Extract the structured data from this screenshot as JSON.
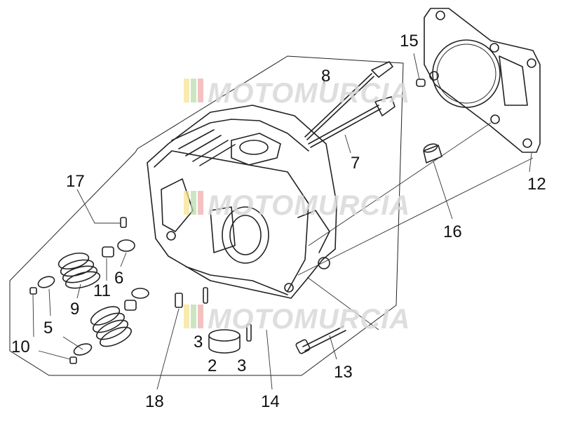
{
  "diagram": {
    "watermark": "MOTOMURCIA",
    "watermark_colors": [
      "#f3e28a",
      "#b8d9a8",
      "#f0a7a7"
    ],
    "labels": [
      {
        "id": "l15",
        "text": "15"
      },
      {
        "id": "l8",
        "text": "8"
      },
      {
        "id": "l7",
        "text": "7"
      },
      {
        "id": "l12",
        "text": "12"
      },
      {
        "id": "l17",
        "text": "17"
      },
      {
        "id": "l16",
        "text": "16"
      },
      {
        "id": "l6",
        "text": "6"
      },
      {
        "id": "l11",
        "text": "11"
      },
      {
        "id": "l9",
        "text": "9"
      },
      {
        "id": "l5",
        "text": "5"
      },
      {
        "id": "l10",
        "text": "10"
      },
      {
        "id": "l3a",
        "text": "3"
      },
      {
        "id": "l2",
        "text": "2"
      },
      {
        "id": "l3b",
        "text": "3"
      },
      {
        "id": "l13",
        "text": "13"
      },
      {
        "id": "l18",
        "text": "18"
      },
      {
        "id": "l14",
        "text": "14"
      }
    ]
  }
}
